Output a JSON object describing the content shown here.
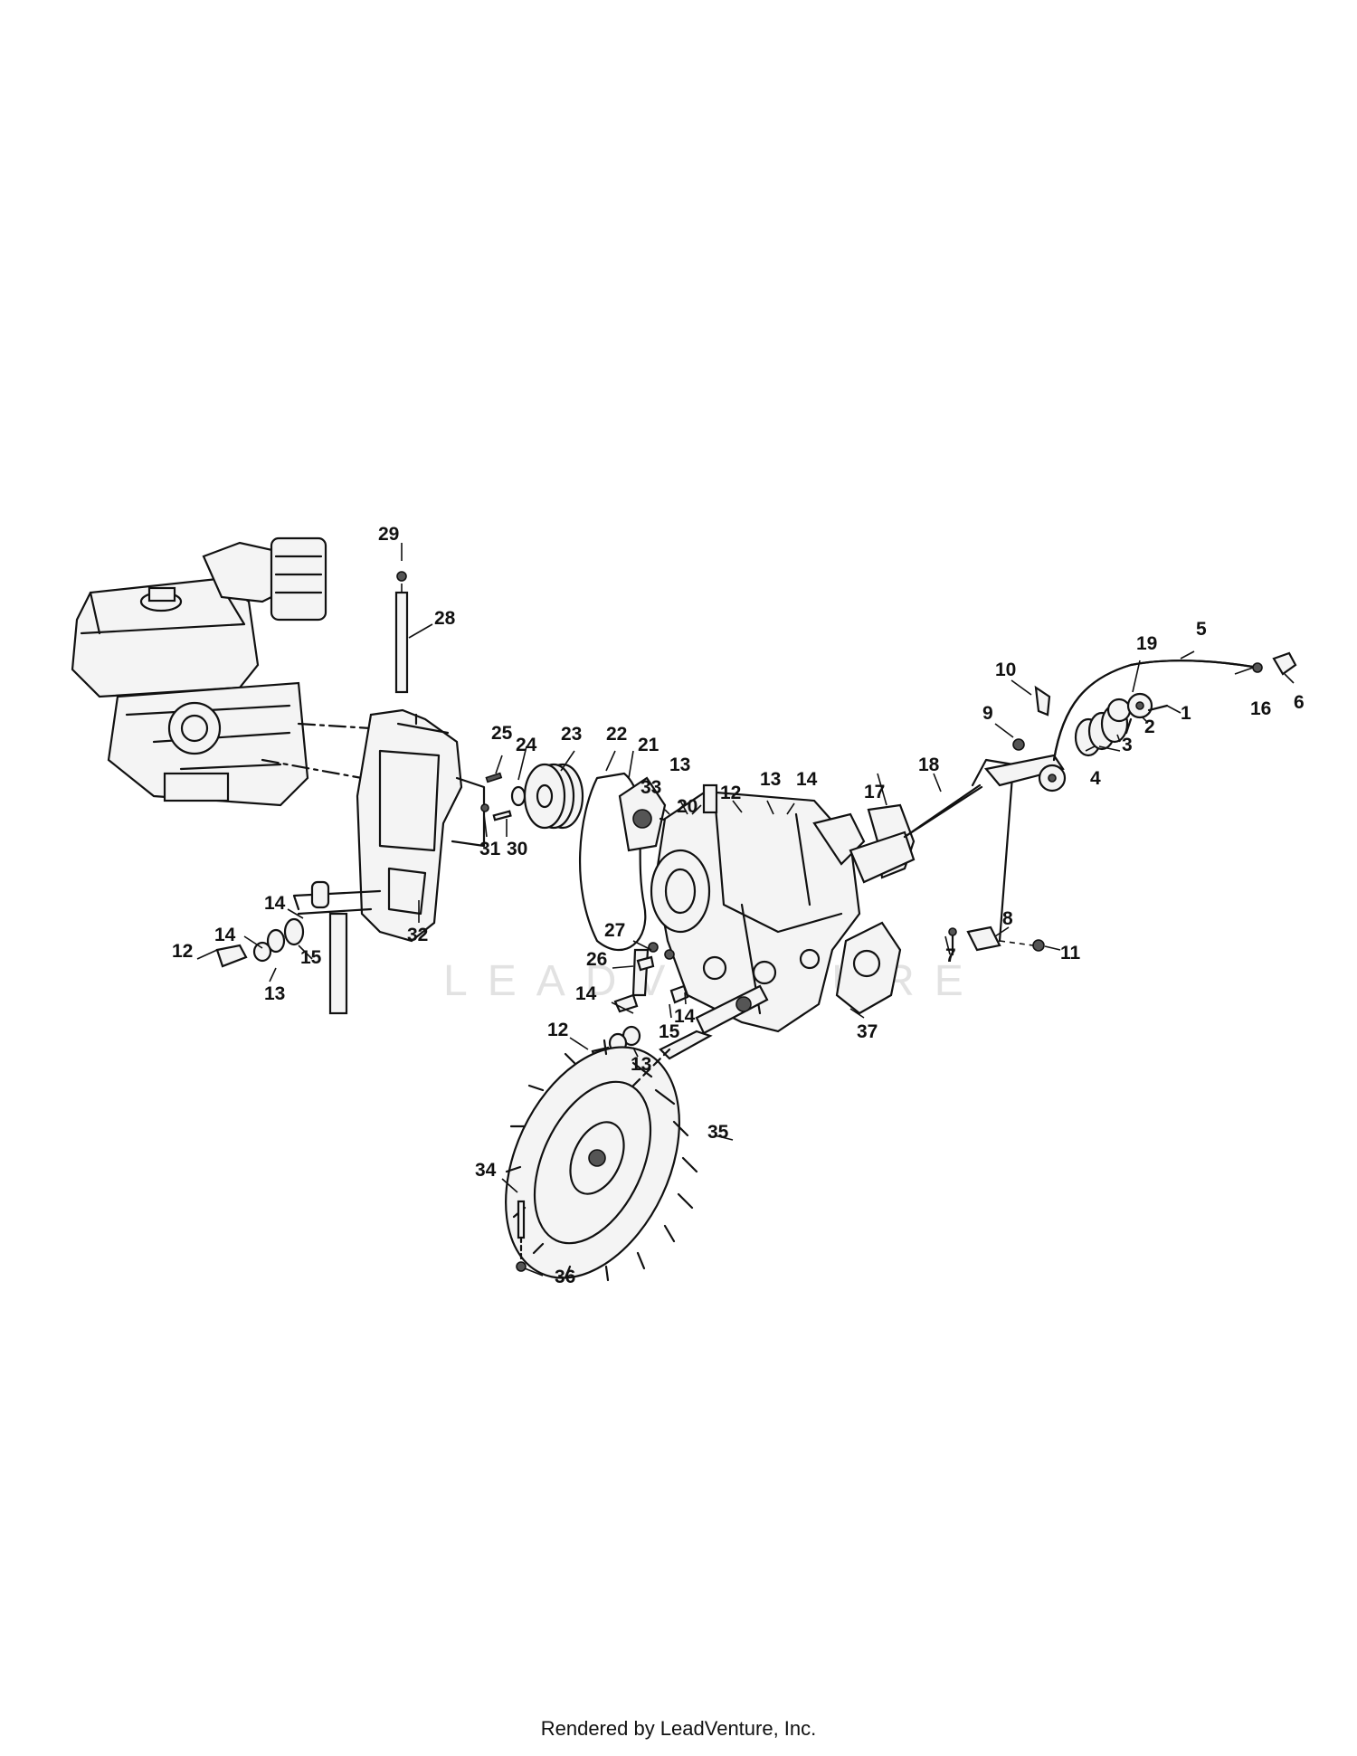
{
  "watermark": "LEADVENTURE",
  "footer": "Rendered by LeadVenture, Inc.",
  "callouts": [
    "29",
    "28",
    "5",
    "19",
    "10",
    "16",
    "6",
    "1",
    "2",
    "9",
    "3",
    "4",
    "25",
    "24",
    "23",
    "22",
    "21",
    "33",
    "13",
    "20",
    "12",
    "13",
    "14",
    "17",
    "18",
    "8",
    "11",
    "7",
    "14",
    "31",
    "30",
    "32",
    "14",
    "15",
    "12",
    "13",
    "27",
    "26",
    "14",
    "15",
    "14",
    "12",
    "13",
    "37",
    "35",
    "34",
    "36"
  ]
}
